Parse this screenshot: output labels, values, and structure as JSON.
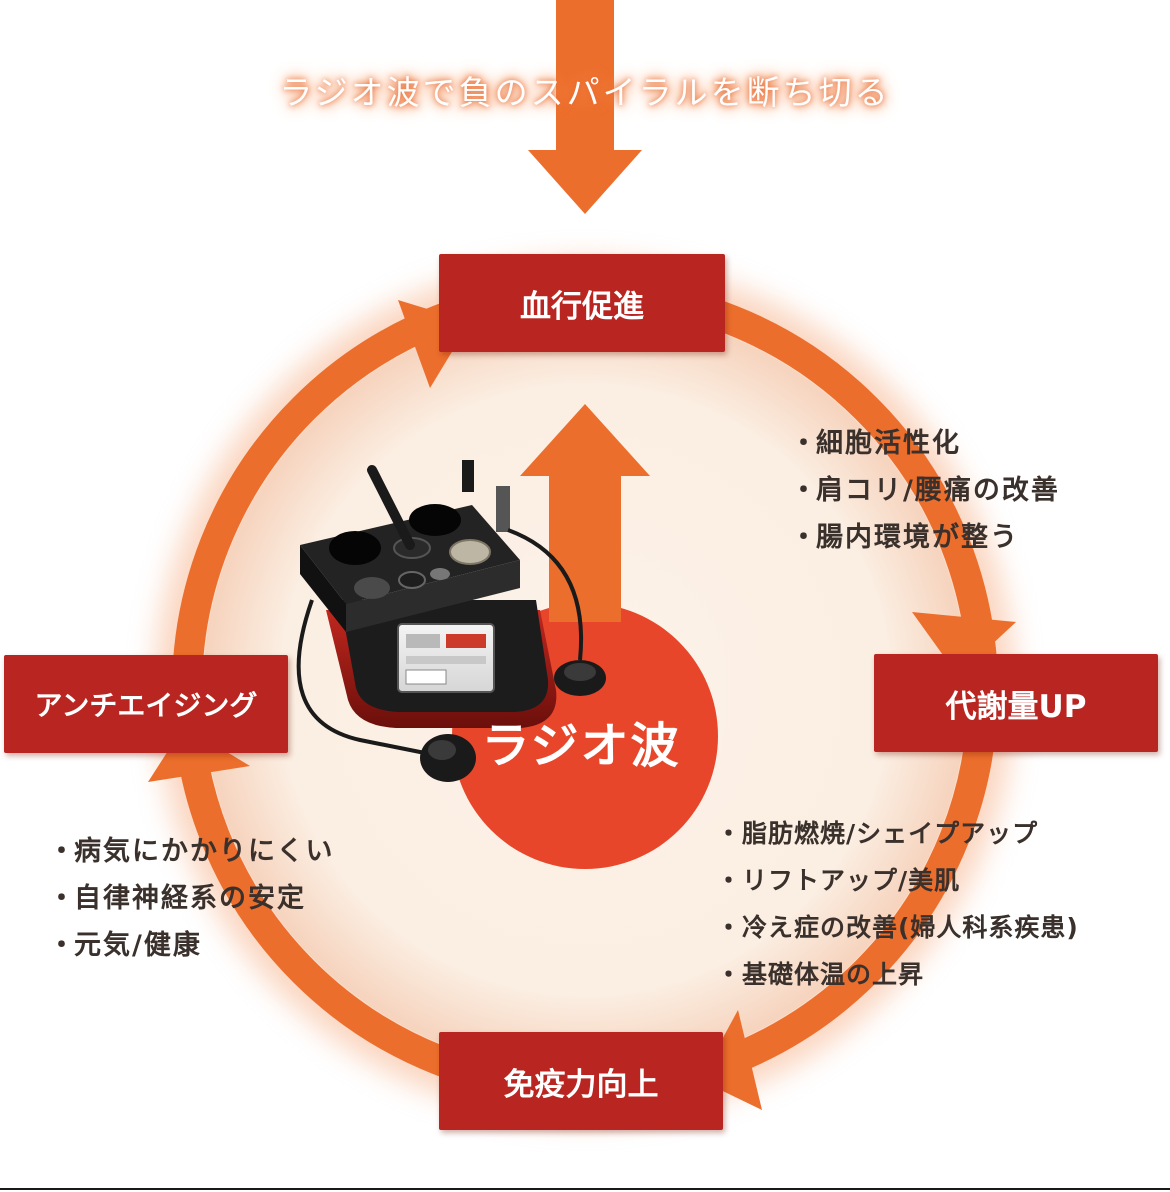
{
  "headline": "ラジオ波で負のスパイラルを断ち切る",
  "center_label": "ラジオ波",
  "stages": {
    "top": "血行促進",
    "right": "代謝量UP",
    "bottom": "免疫力向上",
    "left": "アンチエイジング"
  },
  "benefits": {
    "top_right": {
      "bullet": "・",
      "items": [
        "細胞活性化",
        "肩コリ/腰痛の改善",
        "腸内環境が整う"
      ]
    },
    "bottom_right": {
      "bullet": "・",
      "items": [
        "脂肪燃焼/シェイプアップ",
        "リフトアップ/美肌",
        "冷え症の改善(婦人科系疾患)",
        "基礎体温の上昇"
      ]
    },
    "left": {
      "bullet": "・",
      "items": [
        "病気にかかりにくい",
        "自律神経系の安定",
        "元気/健康"
      ]
    }
  },
  "colors": {
    "ring_orange": "#ec6e2c",
    "box_red": "#b92520",
    "center_red": "#e8462a",
    "inner_fill": "#fdf0e4",
    "text_dark": "#3a302c"
  }
}
